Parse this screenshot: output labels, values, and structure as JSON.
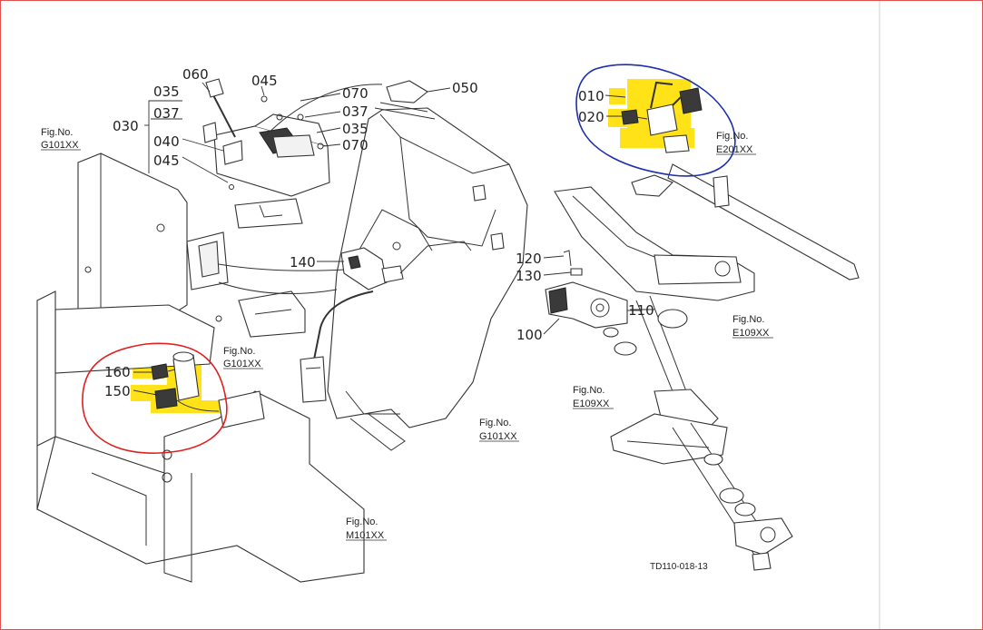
{
  "labels": {
    "060": "060",
    "045a": "045",
    "035a": "035",
    "037a": "037",
    "030": "030",
    "040": "040",
    "045b": "045",
    "070a": "070",
    "037b": "037",
    "035b": "035",
    "070b": "070",
    "050": "050",
    "140": "140",
    "160": "160",
    "150": "150",
    "010": "010",
    "020": "020",
    "120": "120",
    "130": "130",
    "110": "110",
    "100": "100"
  },
  "fig_refs": {
    "g101_top": {
      "fig": "Fig.No.",
      "code": "G101XX"
    },
    "g101_mid": {
      "fig": "Fig.No.",
      "code": "G101XX"
    },
    "g101_bottom": {
      "fig": "Fig.No.",
      "code": "G101XX"
    },
    "m101": {
      "fig": "Fig.No.",
      "code": "M101XX"
    },
    "e201": {
      "fig": "Fig.No.",
      "code": "E201XX"
    },
    "e109_right": {
      "fig": "Fig.No.",
      "code": "E109XX"
    },
    "e109_left": {
      "fig": "Fig.No.",
      "code": "E109XX"
    }
  },
  "drawing_code": "TD110-018-13",
  "colors": {
    "highlight": "#ffe000",
    "red_circle": "#e02020",
    "blue_circle": "#1c2fb0",
    "frame_border": "#e05050"
  }
}
